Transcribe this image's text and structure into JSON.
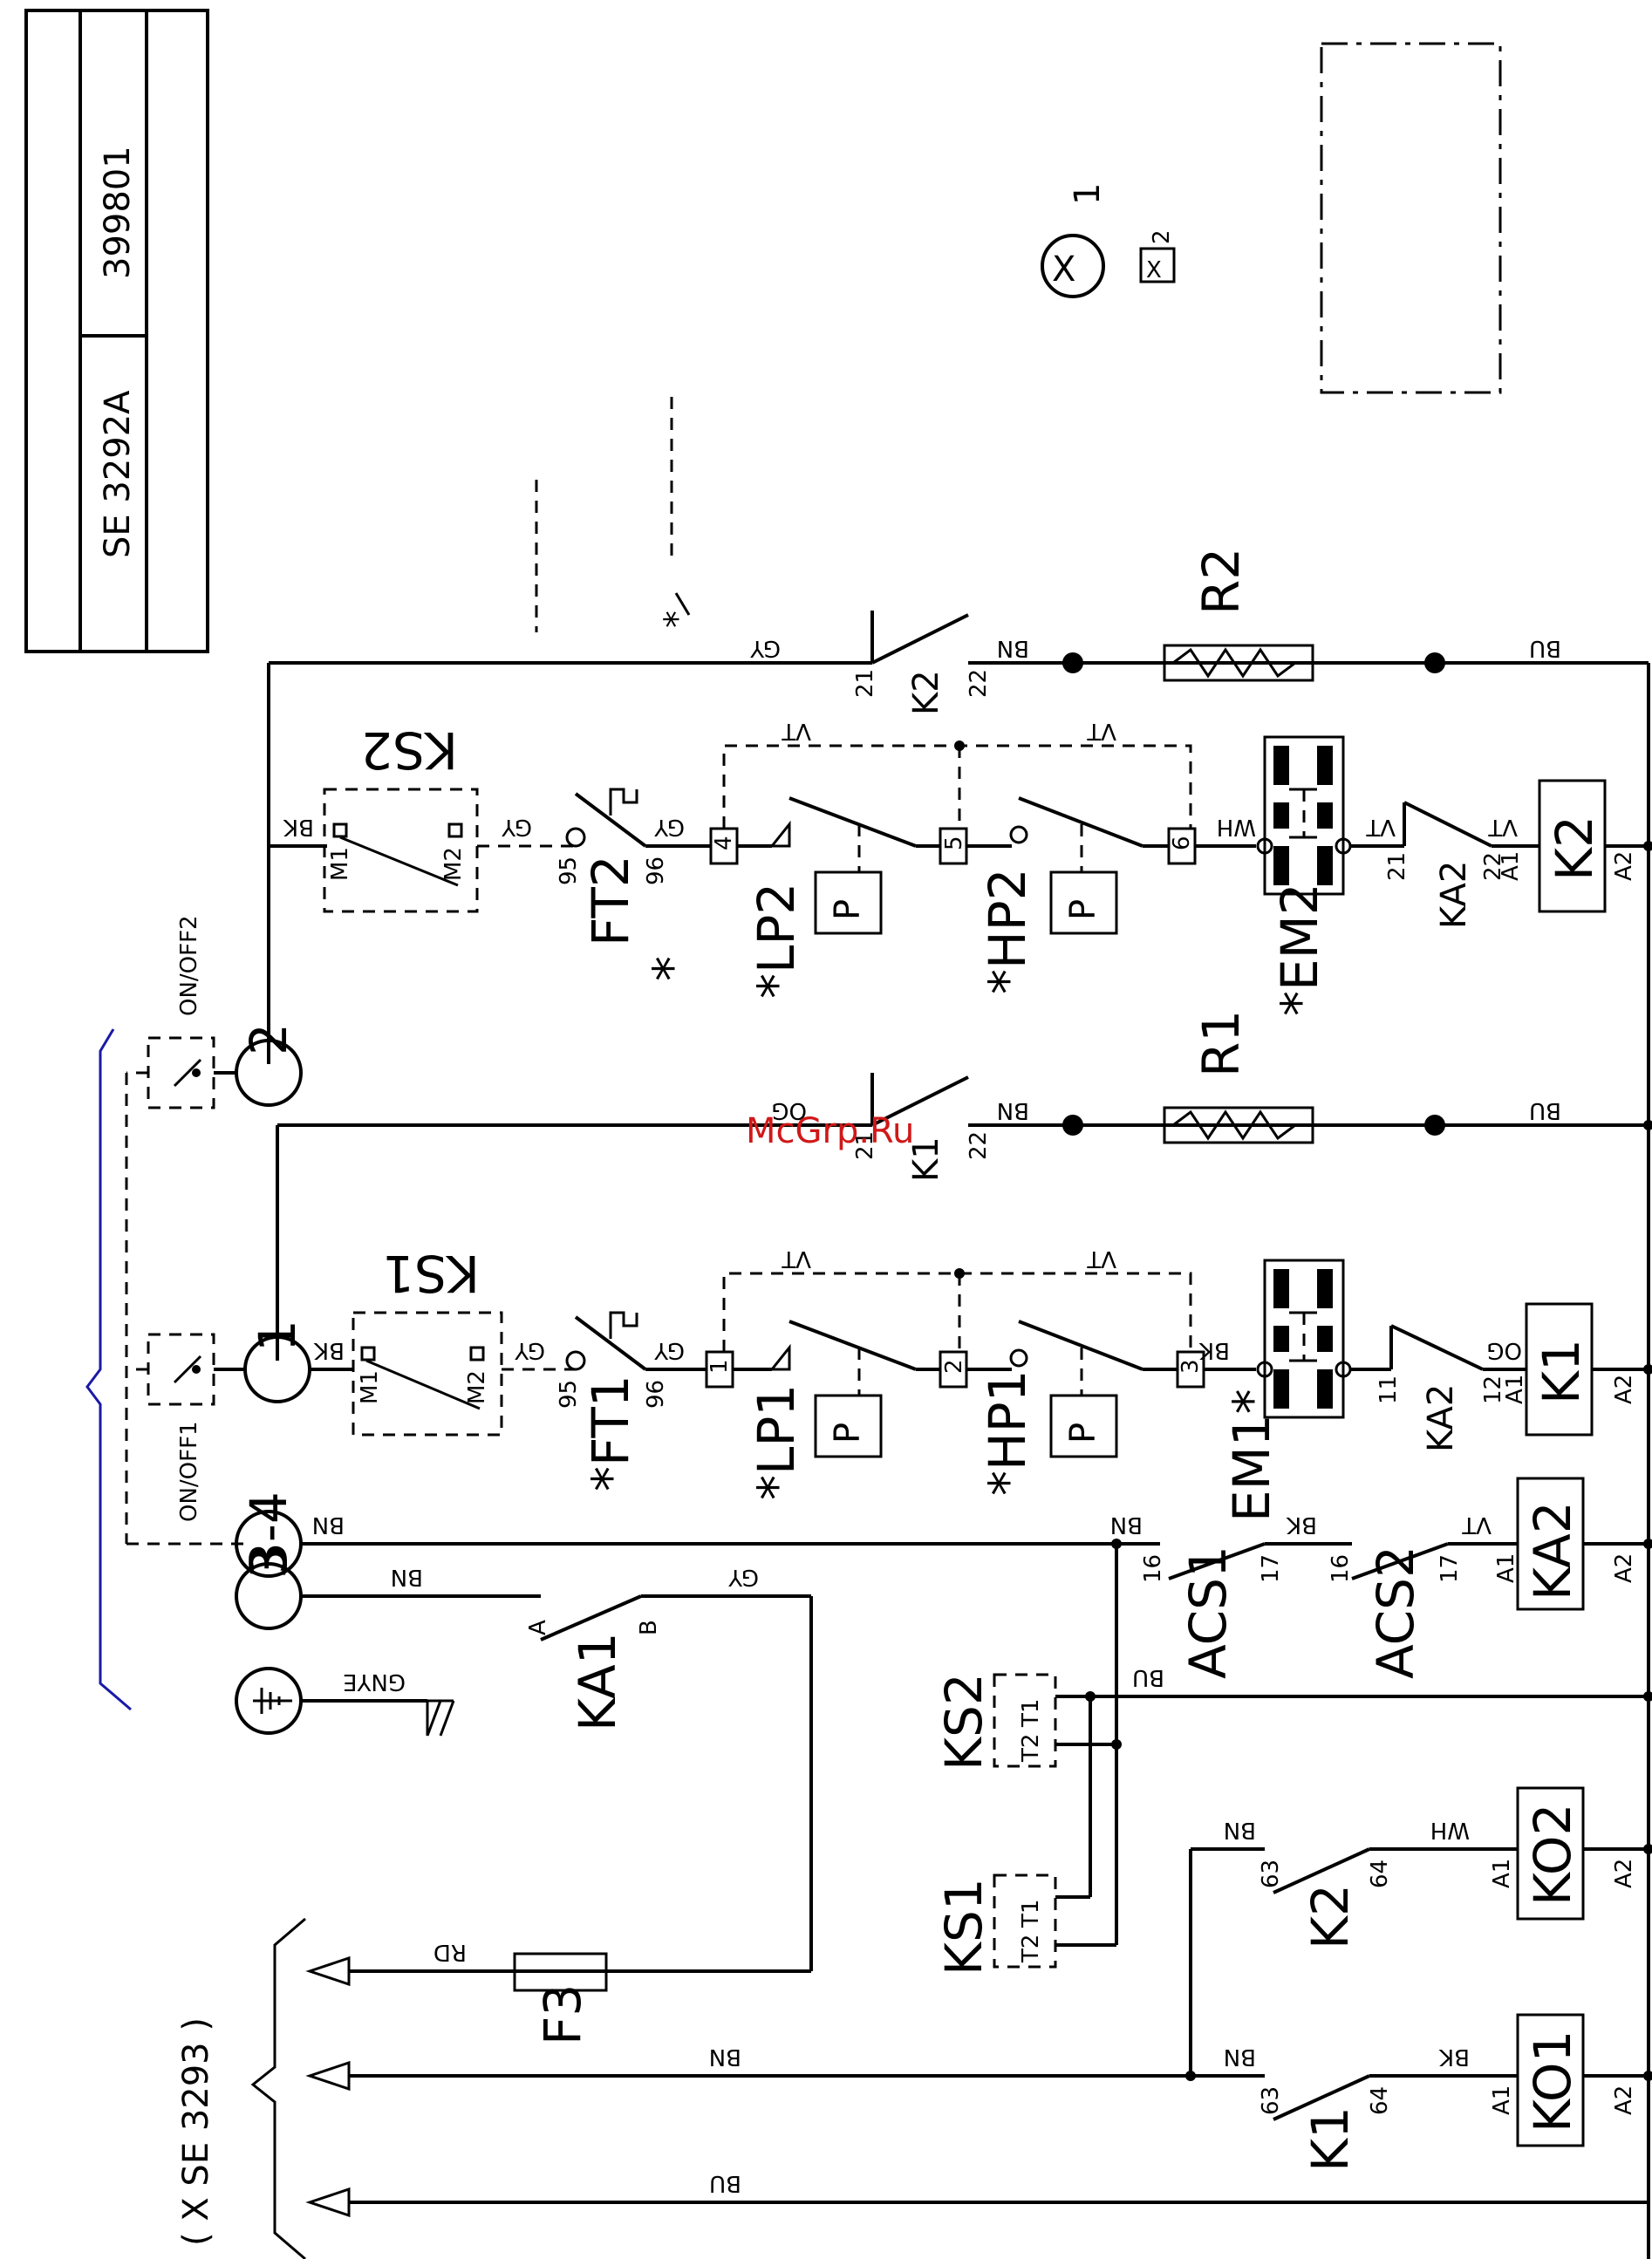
{
  "title_block": {
    "code": "SE 3292A",
    "number": "399801"
  },
  "watermark": "McGrp.Ru",
  "reference": "( X SE 3293 )",
  "notes": {
    "x1": "1",
    "x2": "2"
  },
  "switches": {
    "on_off1": "ON/OFF1",
    "on_off2": "ON/OFF2",
    "terminal_1": "1",
    "terminal_2": "2",
    "terminal_34": "3-4",
    "terminal_33": "3"
  },
  "components": {
    "ks1": "KS1",
    "ks2": "KS2",
    "ft1": "*FT1",
    "ft2": "FT2",
    "lp1": "*LP1",
    "lp2": "*LP2",
    "hp1": "*HP1",
    "hp2": "*HP2",
    "em1": "EM1*",
    "em2": "*EM2",
    "k1": "K1",
    "k2": "K2",
    "r1": "R1",
    "r2": "R2",
    "ka1": "KA1",
    "ka2": "KA2",
    "acs1": "ACS1",
    "acs2": "ACS2",
    "ko1": "KO1",
    "ko2": "KO2",
    "f3": "F3",
    "p": "P",
    "star": "*"
  },
  "pins": {
    "m1": "M1",
    "m2": "M2",
    "p95": "95",
    "p96": "96",
    "p21": "21",
    "p22": "22",
    "p11": "11",
    "p12": "12",
    "p16": "16",
    "p17": "17",
    "p63": "63",
    "p64": "64",
    "a1": "A1",
    "a2": "A2",
    "a": "A",
    "b": "B",
    "t1": "T1",
    "t2": "T2",
    "n1": "1",
    "n2": "2",
    "n3": "3",
    "n4": "4",
    "n5": "5",
    "n6": "6"
  },
  "wires": {
    "gy": "GY",
    "bn": "BN",
    "bk": "BK",
    "bu": "BU",
    "vt": "VT",
    "og": "OG",
    "wh": "WH",
    "rd": "RD",
    "gnye": "GNYE"
  }
}
